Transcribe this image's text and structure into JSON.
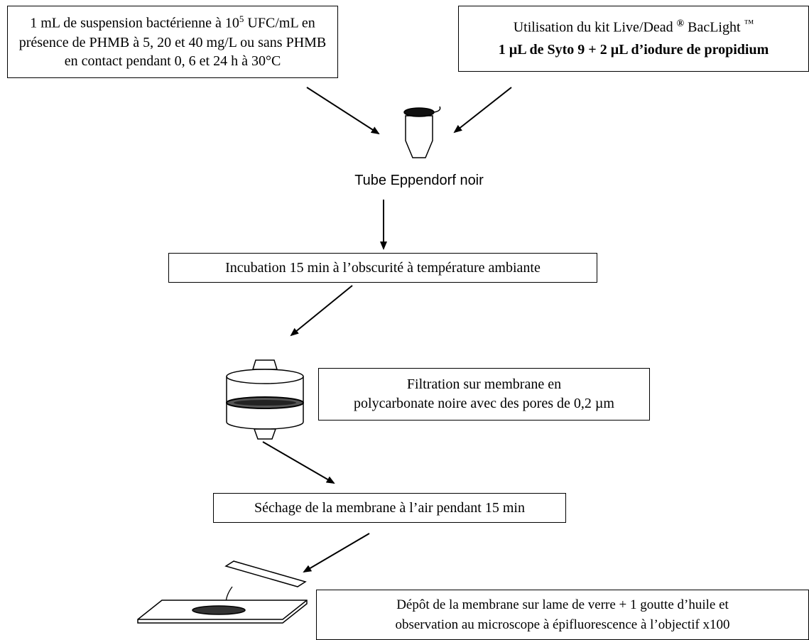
{
  "diagram": {
    "box_suspension": {
      "line1_a": "1 mL de suspension bactérienne à 10",
      "line1_sup": "5",
      "line1_b": " UFC/mL en",
      "line2": "présence de PHMB à 5, 20 et 40 mg/L ou sans PHMB",
      "line3": "en contact pendant 0, 6 et 24 h à 30°C"
    },
    "box_kit": {
      "line1_a": "Utilisation du kit Live/Dead ",
      "line1_reg": "®",
      "line1_b": " BacLight ",
      "line1_tm": "™",
      "line2": "1 µL de Syto 9 + 2 µL d’iodure de propidium"
    },
    "tube_label": "Tube Eppendorf noir",
    "box_incubation": "Incubation 15 min à l’obscurité à température ambiante",
    "box_filtration": {
      "line1": "Filtration sur membrane en",
      "line2": "polycarbonate noire avec des pores de 0,2 µm"
    },
    "box_drying": "Séchage de la membrane à l’air pendant 15 min",
    "box_deposit": {
      "line1": "Dépôt de la membrane sur lame de verre + 1 goutte d’huile et",
      "line2": "observation au microscope à épifluorescence à l’objectif x100"
    }
  }
}
